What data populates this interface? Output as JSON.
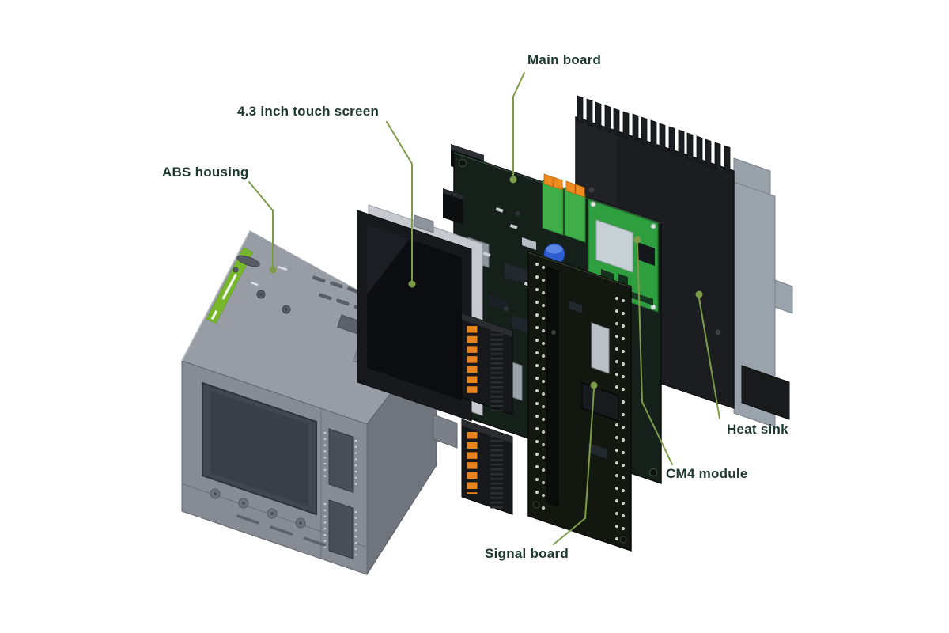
{
  "callouts": {
    "abs_housing": "ABS housing",
    "touch_screen": "4.3 inch touch screen",
    "main_board": "Main board",
    "heat_sink": "Heat sink",
    "cm4_module": "CM4 module",
    "signal_board": "Signal board"
  },
  "colors": {
    "background": "#ffffff",
    "label_text": "#1d382d",
    "leader_line": "#7d9c49",
    "housing_gray": "#878c94",
    "brand_strip_green": "#76b82a",
    "pcb_dark": "#16201a",
    "cm4_green": "#2f9e3f",
    "terminal_orange": "#e8821c",
    "heatsink_black": "#1c1d20",
    "bracket_gray": "#9aa2ac",
    "capacitor_blue": "#2e5ed2"
  }
}
